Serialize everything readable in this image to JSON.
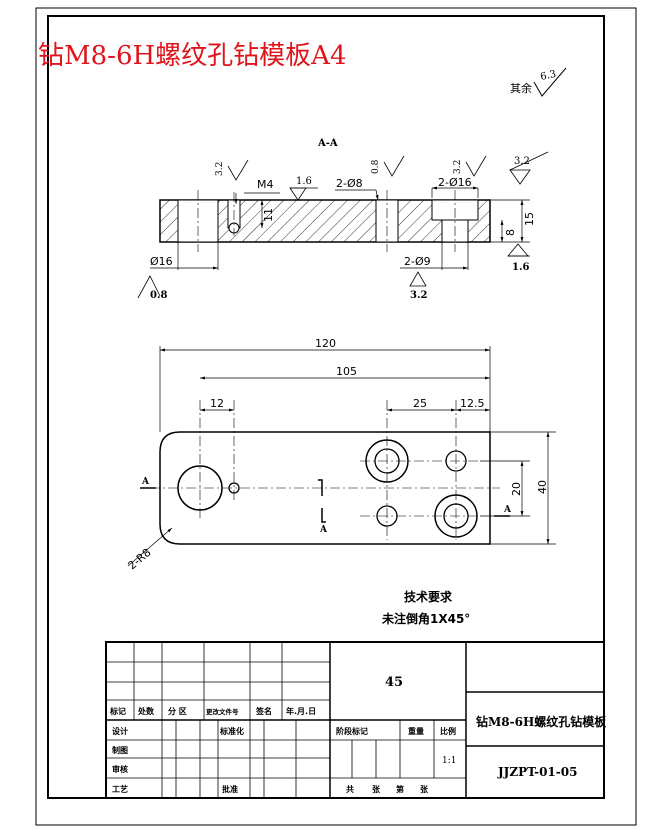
{
  "title": "钻M8-6H螺纹孔钻模板A4",
  "roughness_general": {
    "prefix": "其余",
    "value": "6.3"
  },
  "section": {
    "label": "A-A",
    "dims": {
      "m4": "M4",
      "d8": "2-Ø8",
      "d16_top": "2-Ø16",
      "d9": "2-Ø9",
      "d16_left": "Ø16",
      "h11": "11",
      "h15": "15",
      "h8": "8"
    },
    "roughness": {
      "r1": "3.2",
      "r2": "1.6",
      "r3": "0.8",
      "r4": "3.2",
      "r5": "3.2",
      "r6": "1.6",
      "r7": "0.8",
      "r8": "3.2"
    }
  },
  "plan": {
    "dims": {
      "d120": "120",
      "d105": "105",
      "d12": "12",
      "d25": "25",
      "d12_5": "12.5",
      "d20": "20",
      "d40": "40",
      "r8": "2-R8"
    },
    "section_mark": "A"
  },
  "tech": {
    "heading": "技术要求",
    "note": "未注倒角1X45°"
  },
  "title_block": {
    "material": "45",
    "part_name": "钻M8-6H螺纹孔钻模板",
    "drawing_no": "JJZPT-01-05",
    "scale": "1:1",
    "labels": {
      "biaoji": "标记",
      "chushu": "处数",
      "fenqu": "分 区",
      "wenjian": "更改文件号",
      "qianming": "签名",
      "riqi": "年.月.日",
      "sheji": "设计",
      "biaozhunhua": "标准化",
      "zhitu": "制图",
      "shenhe": "审核",
      "gongyi": "工艺",
      "pizhun": "批准",
      "jieduan": "阶段标记",
      "zhongliang": "重量",
      "bili": "比例",
      "gong": "共",
      "zhang": "张",
      "di": "第",
      "zhang2": "张"
    }
  }
}
